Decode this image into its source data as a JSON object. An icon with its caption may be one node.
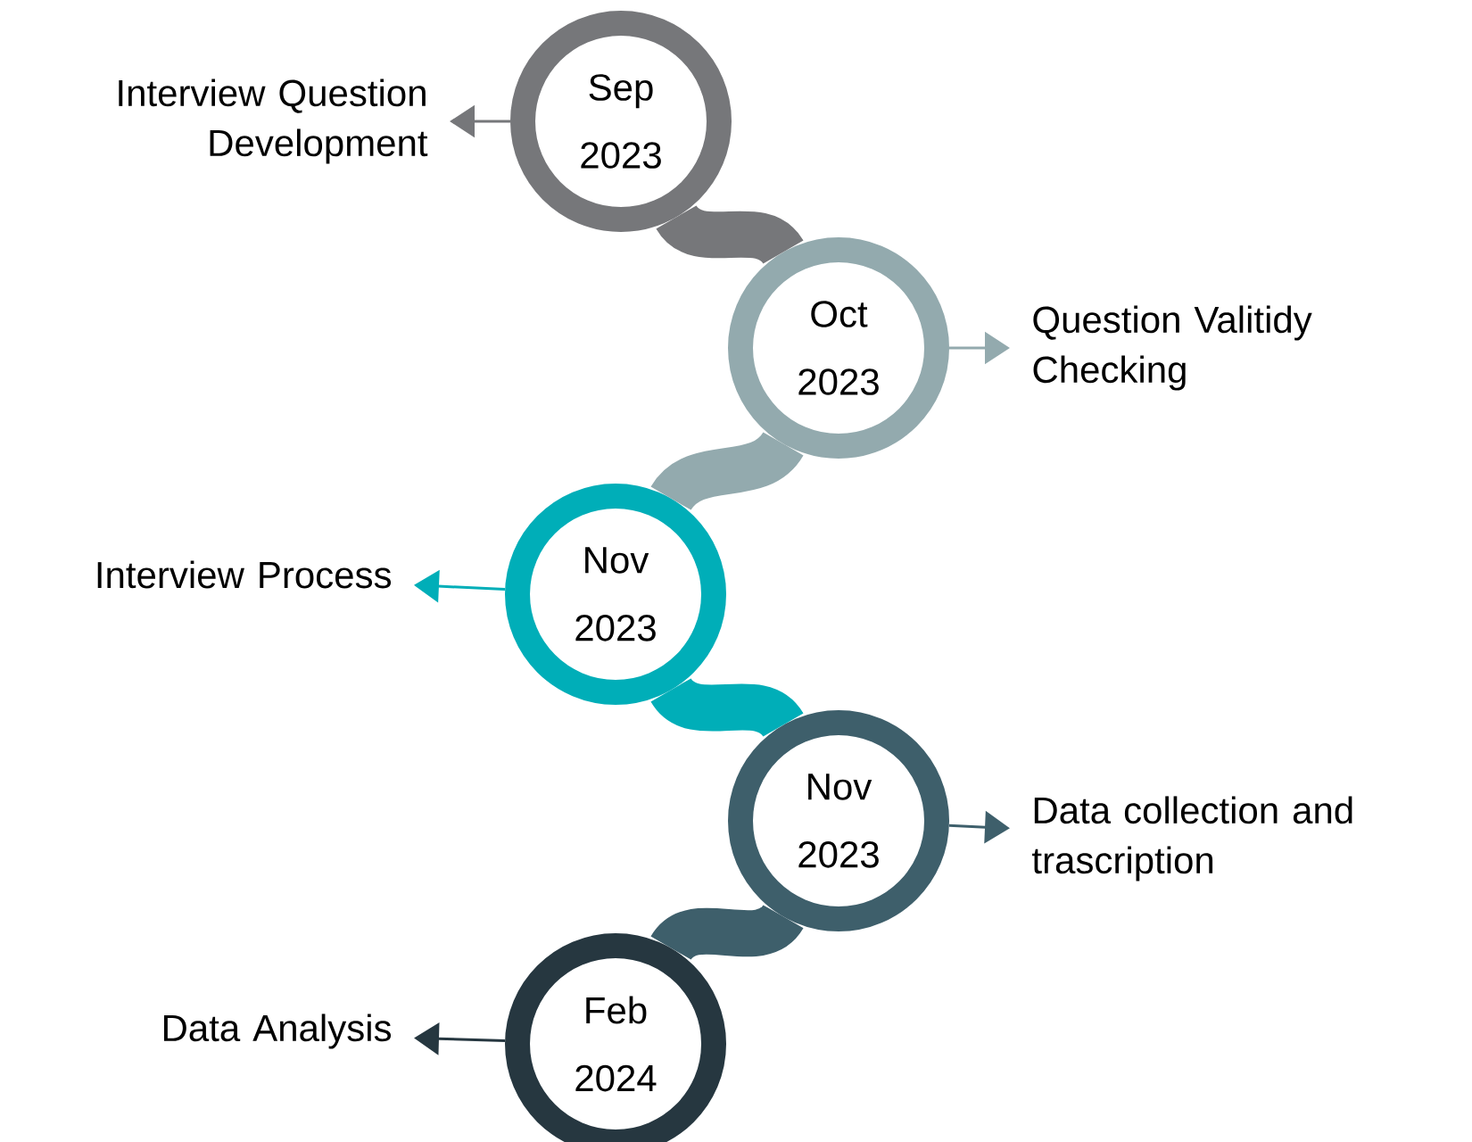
{
  "diagram": {
    "nodes": [
      {
        "text": [
          "Interview Question Development"
        ]
      },
      {
        "text": [
          "Sep 2023"
        ]
      },
      {
        "text": [
          "Oct 2023"
        ]
      },
      {
        "text": [
          "Question Valitidy Checking"
        ]
      },
      {
        "text": [
          "Interview Process"
        ]
      },
      {
        "text": [
          "Nov 2023"
        ]
      },
      {
        "text": [
          "Nov 2023"
        ]
      },
      {
        "text": [
          "Data collection and trascription"
        ]
      },
      {
        "text": [
          "Data Analysis"
        ]
      },
      {
        "text": [
          "Feb 2024"
        ]
      }
    ],
    "edges": [
      {
        "from": 1,
        "to": 0,
        "arrow": "to",
        "color": "#76777a"
      },
      {
        "from": 2,
        "to": 3,
        "arrow": "to",
        "color": "#93aaae"
      },
      {
        "from": 5,
        "to": 4,
        "arrow": "to",
        "color": "#00aeb8"
      },
      {
        "from": 6,
        "to": 7,
        "arrow": "to",
        "color": "#3e5f6b"
      },
      {
        "from": 9,
        "to": 8,
        "arrow": "to",
        "color": "#263740"
      },
      {
        "from": 1,
        "to": 2,
        "arrow": "none",
        "style": "thick",
        "color": "#76777a"
      },
      {
        "from": 2,
        "to": 5,
        "arrow": "none",
        "style": "thick",
        "color": "#93aaae"
      },
      {
        "from": 5,
        "to": 6,
        "arrow": "none",
        "style": "thick",
        "color": "#00aeb8"
      },
      {
        "from": 6,
        "to": 9,
        "arrow": "none",
        "style": "thick",
        "color": "#3e5f6b"
      }
    ]
  }
}
